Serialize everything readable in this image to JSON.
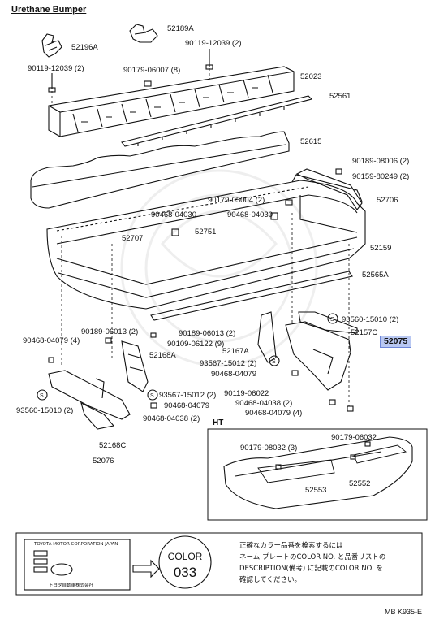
{
  "title": "Urethane Bumper",
  "footer_code": "MB K935-E",
  "ht_label": "HT",
  "labels": {
    "p52189A": "52189A",
    "p52196A": "52196A",
    "p90119_left": "90119-12039 (2)",
    "p90119_right": "90119-12039 (2)",
    "p90179_06007": "90179-06007 (8)",
    "p52023": "52023",
    "p52561": "52561",
    "p52615": "52615",
    "p90189_08006": "90189-08006 (2)",
    "p90159_80249": "90159-80249 (2)",
    "p90179_05004": "90179-05004 (2)",
    "p52706": "52706",
    "p90468_04030_a": "90468-04030",
    "p90468_04030_b": "90468-04030",
    "p52707": "52707",
    "p52751": "52751",
    "p52159": "52159",
    "p52565A": "52565A",
    "p90468_04079_4": "90468-04079 (4)",
    "p90189_06013_l": "90189-06013 (2)",
    "p90189_06013_r": "90189-06013 (2)",
    "p90109_06122": "90109-06122 (9)",
    "p93560_15010_r": "93560-15010 (2)",
    "p52157C": "52157C",
    "p52075": "52075",
    "p52168A": "52168A",
    "p52167A": "52167A",
    "p93567_15012_r": "93567-15012 (2)",
    "p90468_04079_m": "90468-04079",
    "p93560_15010_l": "93560-15010 (2)",
    "p93567_15012_l": "93567-15012 (2)",
    "p90468_04079_c": "90468-04079",
    "p90468_04038_l": "90468-04038 (2)",
    "p90119_06022": "90119-06022",
    "p90468_04038_r": "90468-04038 (2)",
    "p90468_04079_r4": "90468-04079 (4)",
    "p52168C": "52168C",
    "p52076": "52076",
    "p90179_08032_l": "90179-08032 (3)",
    "p90179_06032": "90179-06032",
    "p52553": "52553",
    "p52552": "52552"
  },
  "color_box": {
    "word": "COLOR",
    "code": "033",
    "plate_header": "TOYOTA MOTOR CORPORATION JAPAN",
    "plate_maker": "トヨタ自動車株式会社"
  },
  "note_lines": [
    "正確なカラー品番を検索するには",
    "ネーム プレートのCOLOR NO. と品番リストの",
    "DESCRIPTION(備考) に記載のCOLOR NO. を",
    "確認してください。"
  ],
  "highlight_color": "#b9c8f2"
}
